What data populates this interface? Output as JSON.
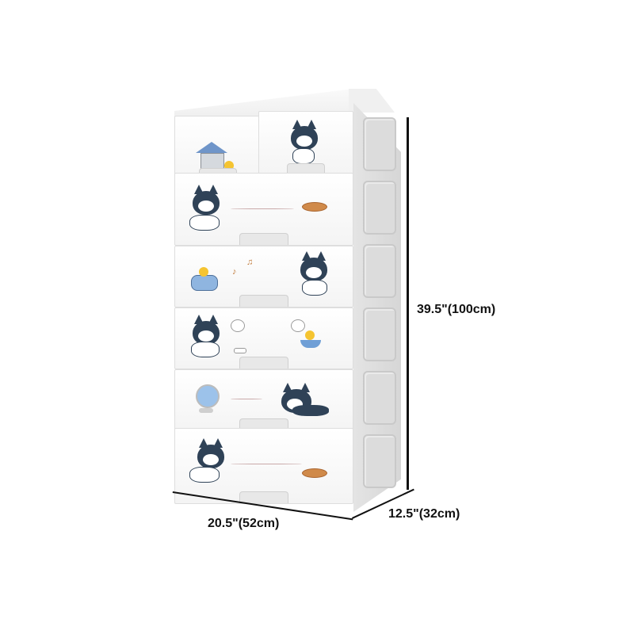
{
  "product": {
    "name": "7-drawer plastic storage cabinet with cartoon husky stickers",
    "color": "#ffffff",
    "drawers": [
      {
        "row": 1,
        "position": "left",
        "sticker": "dog-house"
      },
      {
        "row": 1,
        "position": "right",
        "sticker": "sitting-husky"
      },
      {
        "row": 2,
        "sticker": "husky-chasing-frisbee"
      },
      {
        "row": 3,
        "sticker": "radio-and-singing-husky"
      },
      {
        "row": 4,
        "sticker": "husky-with-food-bowl"
      },
      {
        "row": 5,
        "sticker": "fan-and-lying-husky"
      },
      {
        "row": 6,
        "sticker": "husky-chasing-frisbee"
      }
    ]
  },
  "dimensions": {
    "height": "39.5\"(100cm)",
    "width": "20.5\"(52cm)",
    "depth": "12.5\"(32cm)"
  },
  "colors": {
    "husky": "#2f4257",
    "frisbee": "#d08a4a",
    "accent_blue": "#6f95c9",
    "line": "#111111"
  }
}
